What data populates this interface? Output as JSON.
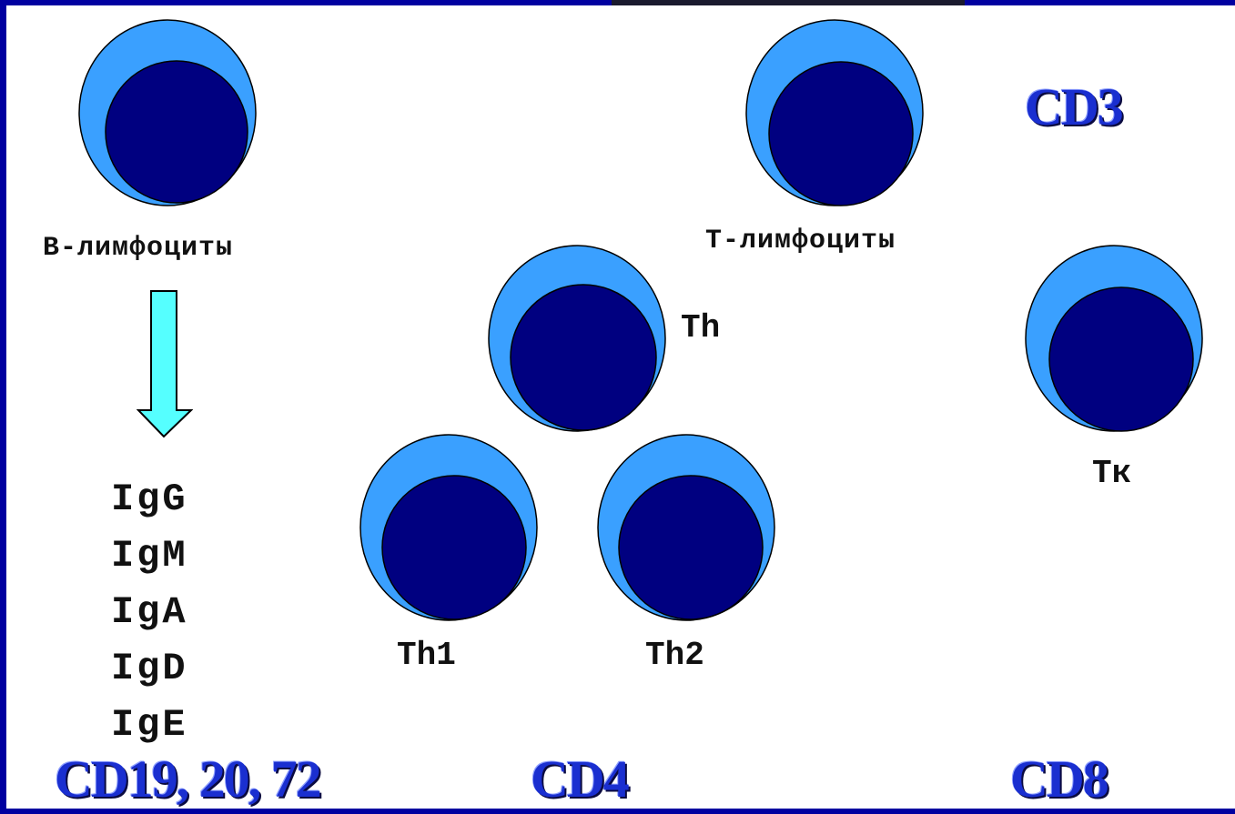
{
  "labels": {
    "b_cells": "В-лимфоциты",
    "t_cells": "Т-лимфоциты",
    "th": "Th",
    "th1": "Th1",
    "th2": "Th2",
    "tk": "Тк"
  },
  "immunoglobulins": [
    "IgG",
    "IgM",
    "IgA",
    "IgD",
    "IgE"
  ],
  "markers": {
    "b": "CD19, 20, 72",
    "t": "CD3",
    "th": "CD4",
    "tk": "CD8"
  },
  "colors": {
    "frame": "#0000a0",
    "cytoplasm": "#3aa0ff",
    "nucleus": "#000080",
    "arrow": "#55ffff",
    "marker_text": "#1a2fd0"
  }
}
